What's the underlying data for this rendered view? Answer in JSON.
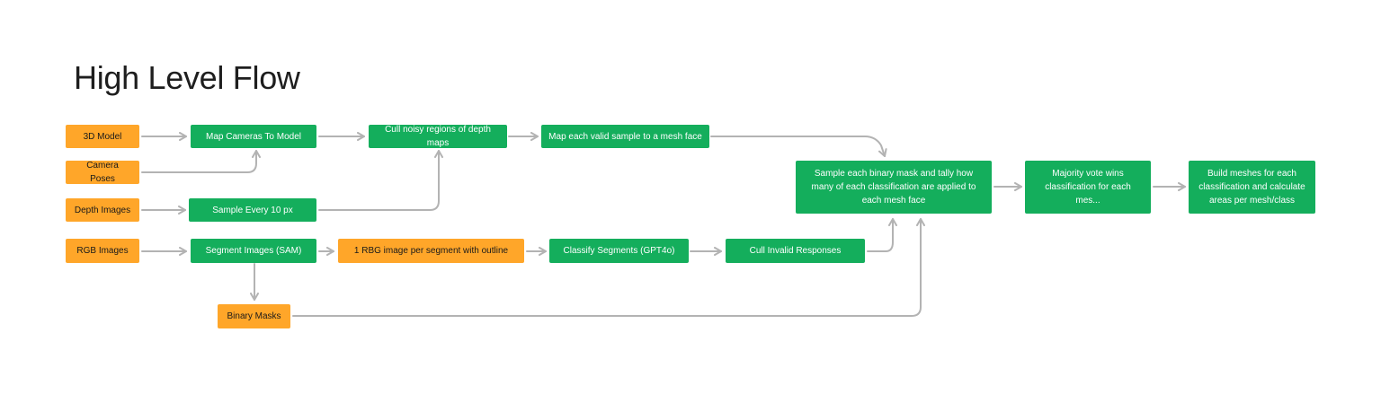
{
  "title": "High Level Flow",
  "colors": {
    "input": "#ffa629",
    "process": "#14ae5c",
    "connector": "#b3b3b3"
  },
  "nodes": {
    "model_3d": {
      "label": "3D  Model",
      "kind": "input"
    },
    "camera_poses": {
      "label": "Camera Poses",
      "kind": "input"
    },
    "depth_images": {
      "label": "Depth Images",
      "kind": "input"
    },
    "rgb_images": {
      "label": "RGB Images",
      "kind": "input"
    },
    "map_cameras": {
      "label": "Map Cameras To Model",
      "kind": "process"
    },
    "sample_every": {
      "label": "Sample Every 10 px",
      "kind": "process"
    },
    "cull_noisy": {
      "label": "Cull noisy regions of depth maps",
      "kind": "process"
    },
    "map_valid": {
      "label": "Map each valid sample to a mesh face",
      "kind": "process"
    },
    "segment_images": {
      "label": "Segment Images (SAM)",
      "kind": "process"
    },
    "rbg_per_segment": {
      "label": "1 RBG image per segment with outline",
      "kind": "input"
    },
    "classify_segments": {
      "label": "Classify Segments (GPT4o)",
      "kind": "process"
    },
    "cull_invalid": {
      "label": "Cull Invalid Responses",
      "kind": "process"
    },
    "binary_masks": {
      "label": "Binary Masks",
      "kind": "input"
    },
    "sample_binary": {
      "label": "Sample each binary mask and tally how many of each classification are applied to each mesh face",
      "kind": "process"
    },
    "majority_vote": {
      "label": "Majority vote wins classification for each mes...",
      "kind": "process"
    },
    "build_meshes": {
      "label": "Build meshes for each classification and calculate areas per mesh/class",
      "kind": "process"
    }
  },
  "edges": [
    [
      "model_3d",
      "map_cameras"
    ],
    [
      "camera_poses",
      "map_cameras"
    ],
    [
      "map_cameras",
      "cull_noisy"
    ],
    [
      "depth_images",
      "sample_every"
    ],
    [
      "sample_every",
      "cull_noisy"
    ],
    [
      "cull_noisy",
      "map_valid"
    ],
    [
      "map_valid",
      "sample_binary"
    ],
    [
      "rgb_images",
      "segment_images"
    ],
    [
      "segment_images",
      "rbg_per_segment"
    ],
    [
      "rbg_per_segment",
      "classify_segments"
    ],
    [
      "classify_segments",
      "cull_invalid"
    ],
    [
      "cull_invalid",
      "sample_binary"
    ],
    [
      "segment_images",
      "binary_masks"
    ],
    [
      "binary_masks",
      "sample_binary"
    ],
    [
      "sample_binary",
      "majority_vote"
    ],
    [
      "majority_vote",
      "build_meshes"
    ]
  ]
}
